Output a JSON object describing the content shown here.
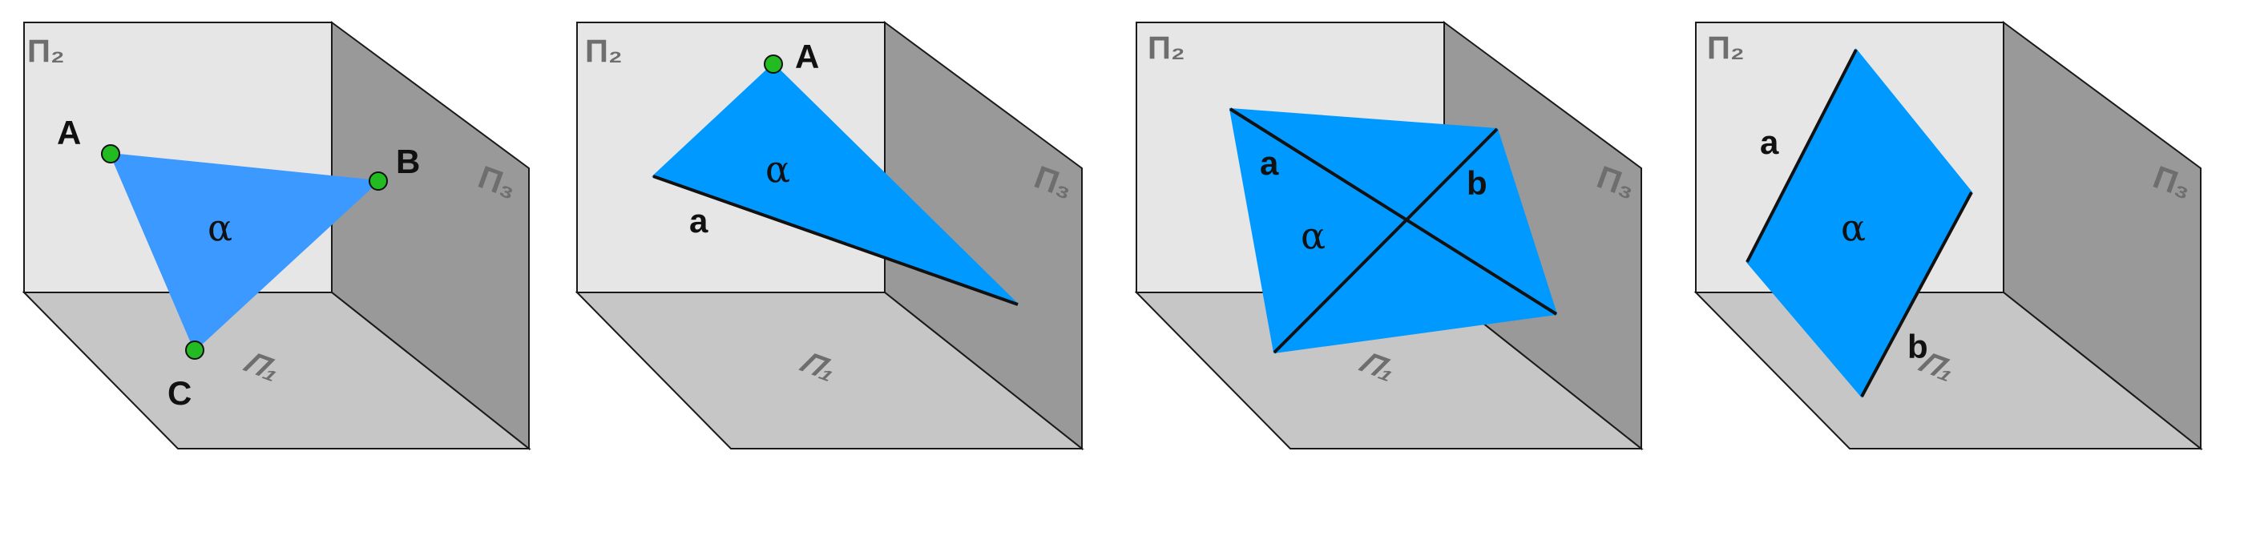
{
  "colors": {
    "front_wall": "#e6e6e6",
    "side_wall": "#999999",
    "floor": "#c6c6c6",
    "edge": "#1a1a1a",
    "plane_fill_light": "#3b99ff",
    "plane_fill": "#0099ff",
    "point_fill": "#22bb22",
    "plane_label_color": "#6e6e6e"
  },
  "plane_labels": {
    "p2": "Π₂",
    "p3": "Π₃",
    "p1": "Π₁"
  },
  "panels": [
    {
      "plane_name": "α",
      "points": [
        "A",
        "B",
        "C"
      ]
    },
    {
      "plane_name": "α",
      "point": "A",
      "line": "a"
    },
    {
      "plane_name": "α",
      "lines": [
        "a",
        "b"
      ]
    },
    {
      "plane_name": "α",
      "lines": [
        "a",
        "b"
      ]
    }
  ]
}
